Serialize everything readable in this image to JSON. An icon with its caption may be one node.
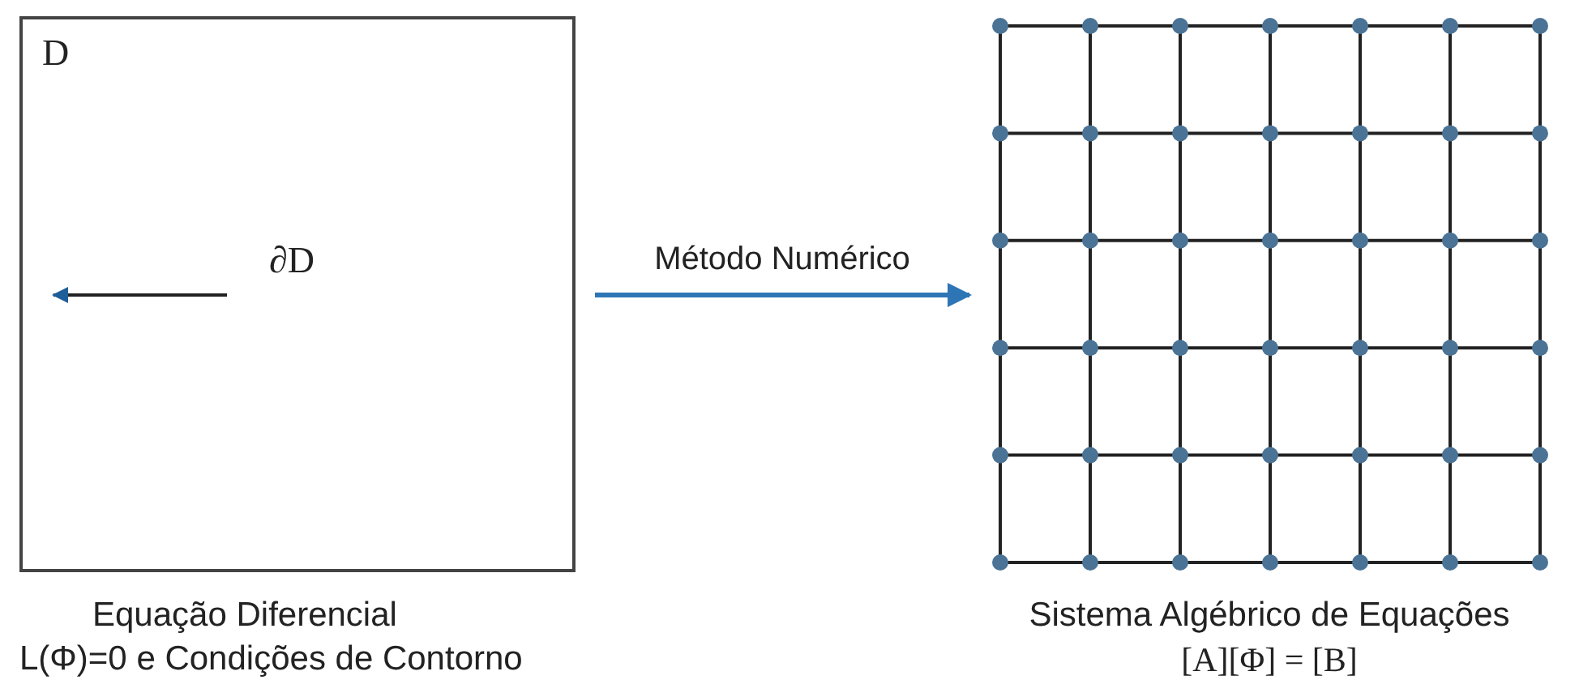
{
  "diagram": {
    "nodes": [
      {
        "text": [
          "D"
        ],
        "beside": [
          "Equação Diferencial",
          "L(Φ)=0 e Condições de Contorno"
        ]
      },
      {
        "text": [],
        "shape": "picture",
        "beside": [
          "Sistema Algébrico de Equações",
          "[A][Φ] = [B]"
        ]
      },
      {
        "text": [
          "∂D"
        ],
        "in": 0
      }
    ],
    "edges": [
      {
        "from": 0,
        "to": 1,
        "arrow": "to",
        "label": "Método Numérico",
        "color": "#2e75b6"
      },
      {
        "from": 2,
        "to": null,
        "arrow": "to",
        "color": "#222222"
      }
    ]
  }
}
